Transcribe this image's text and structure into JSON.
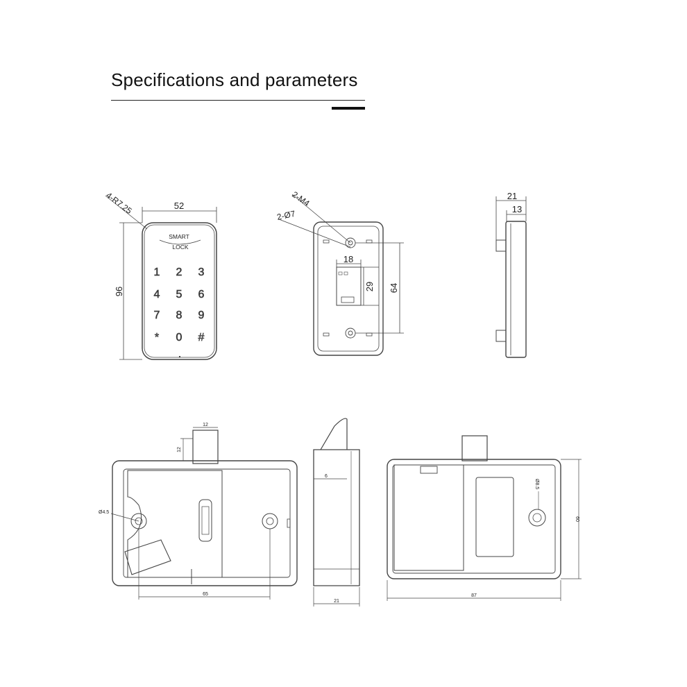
{
  "header": {
    "title": "Specifications and parameters"
  },
  "front_view": {
    "radius": "4-R7.25",
    "width": "52",
    "height": "96",
    "brand_top": "SMART",
    "brand_bottom": "LOCK",
    "keys": [
      "1",
      "2",
      "3",
      "4",
      "5",
      "6",
      "7",
      "8",
      "9",
      "*",
      "0",
      "#"
    ]
  },
  "back_view": {
    "screws": "2-M4",
    "holes": "2-Ø7",
    "slot_width": "18",
    "slot_height": "29",
    "hole_spacing": "64"
  },
  "side_view": {
    "depth": "21",
    "inner_depth": "13"
  },
  "lock_body": {
    "bolt_width": "12",
    "bolt_height": "12",
    "hole_dia": "Ø4.5",
    "hole_spacing": "65"
  },
  "lock_side": {
    "offset": "6",
    "depth": "21"
  },
  "lock_back": {
    "hole_dia": "Ø8.5",
    "width": "87",
    "height": "60"
  }
}
